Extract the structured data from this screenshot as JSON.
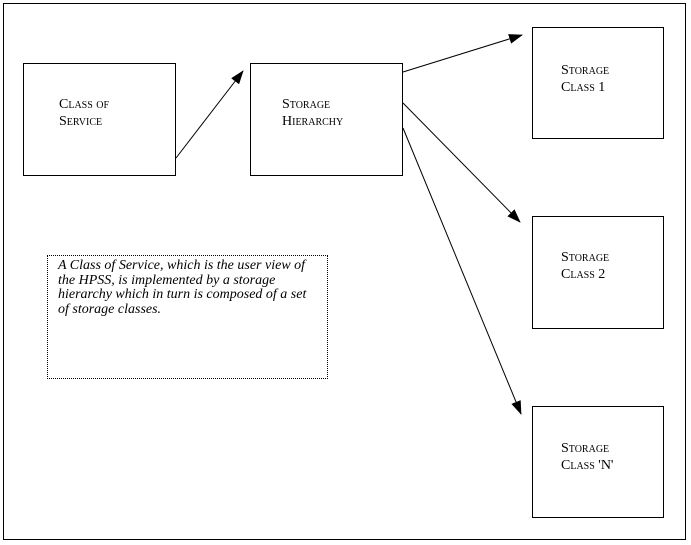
{
  "diagram": {
    "nodes": {
      "class_of_service": {
        "label": "Class of\nService"
      },
      "storage_hierarchy": {
        "label": "Storage\nHierarchy"
      },
      "storage_class_1": {
        "label": "Storage\nClass 1"
      },
      "storage_class_2": {
        "label": "Storage\nClass 2"
      },
      "storage_class_n": {
        "label": "Storage\nClass 'N'"
      }
    },
    "note": {
      "text": "A Class of Service, which is the user view of the HPSS, is implemented by a storage hierarchy which in turn is composed of a set of storage classes."
    },
    "edges": [
      {
        "from": "class_of_service",
        "to": "storage_hierarchy"
      },
      {
        "from": "storage_hierarchy",
        "to": "storage_class_1"
      },
      {
        "from": "storage_hierarchy",
        "to": "storage_class_2"
      },
      {
        "from": "storage_hierarchy",
        "to": "storage_class_n"
      }
    ]
  }
}
